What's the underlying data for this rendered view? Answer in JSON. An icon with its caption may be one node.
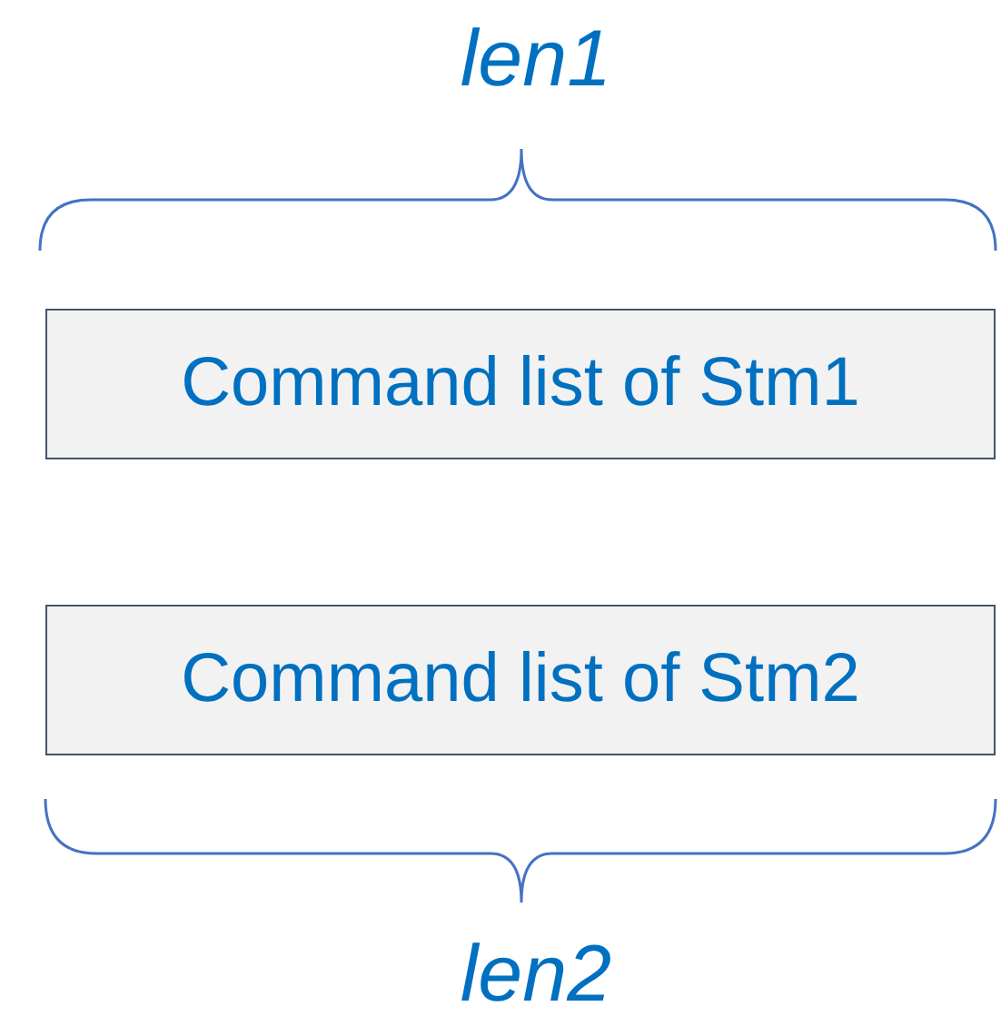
{
  "diagram": {
    "nodes": [
      {
        "text": [
          "Command list of Stm1"
        ]
      },
      {
        "text": [
          "Command list of Stm2"
        ]
      }
    ],
    "labels": [
      "len1",
      "len2"
    ]
  }
}
